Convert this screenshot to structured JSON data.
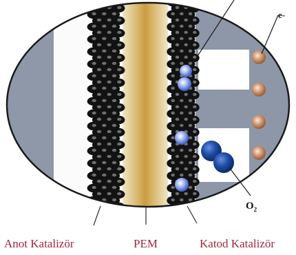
{
  "labels": {
    "anode": "Anot Katalizör",
    "membrane": "PEM",
    "cathode": "Katod Katalizör",
    "electron": "e-",
    "oxygen_main": "O",
    "oxygen_sub": "2"
  },
  "colors": {
    "caption": "#a0263c",
    "ellipse_outline": "#1a1a1a",
    "channel_gray": "#8d97a8",
    "pem_gold": "#d8b45e",
    "catalyst": "#111111",
    "proton_blue": "#7f96e6",
    "oxygen_blue": "#1f4ea8",
    "electron_copper": "#c08a66"
  }
}
